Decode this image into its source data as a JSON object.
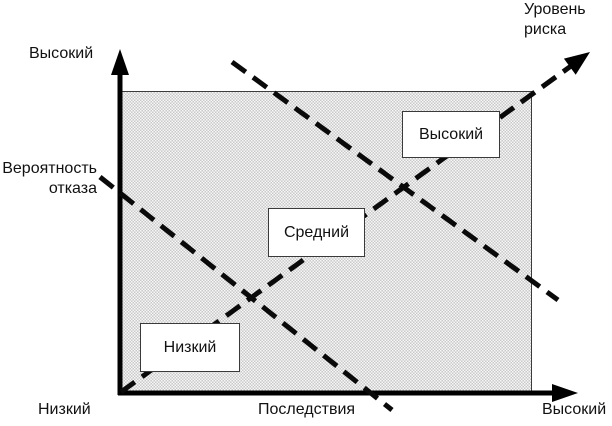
{
  "diagram": {
    "description": "Risk level diagram: probability of failure vs consequences",
    "labels": {
      "y_axis_max": "Высокий",
      "risk_axis_title_line1": "Уровень",
      "risk_axis_title_line2": "риска",
      "y_axis_title_line1": "Вероятность",
      "y_axis_title_line2": "отказа",
      "origin": "Низкий",
      "x_axis_title": "Последствия",
      "x_axis_max": "Высокий"
    },
    "zones": {
      "high": {
        "label": "Высокий"
      },
      "medium": {
        "label": "Средний"
      },
      "low": {
        "label": "Низкий"
      }
    },
    "colors": {
      "ink": "#000000",
      "area_fill_light": "#f2f2f2",
      "area_fill_dot": "#c9c9c9",
      "area_border": "#3c3c3c",
      "box_background": "#ffffff",
      "box_border": "#3a3a3a"
    }
  }
}
